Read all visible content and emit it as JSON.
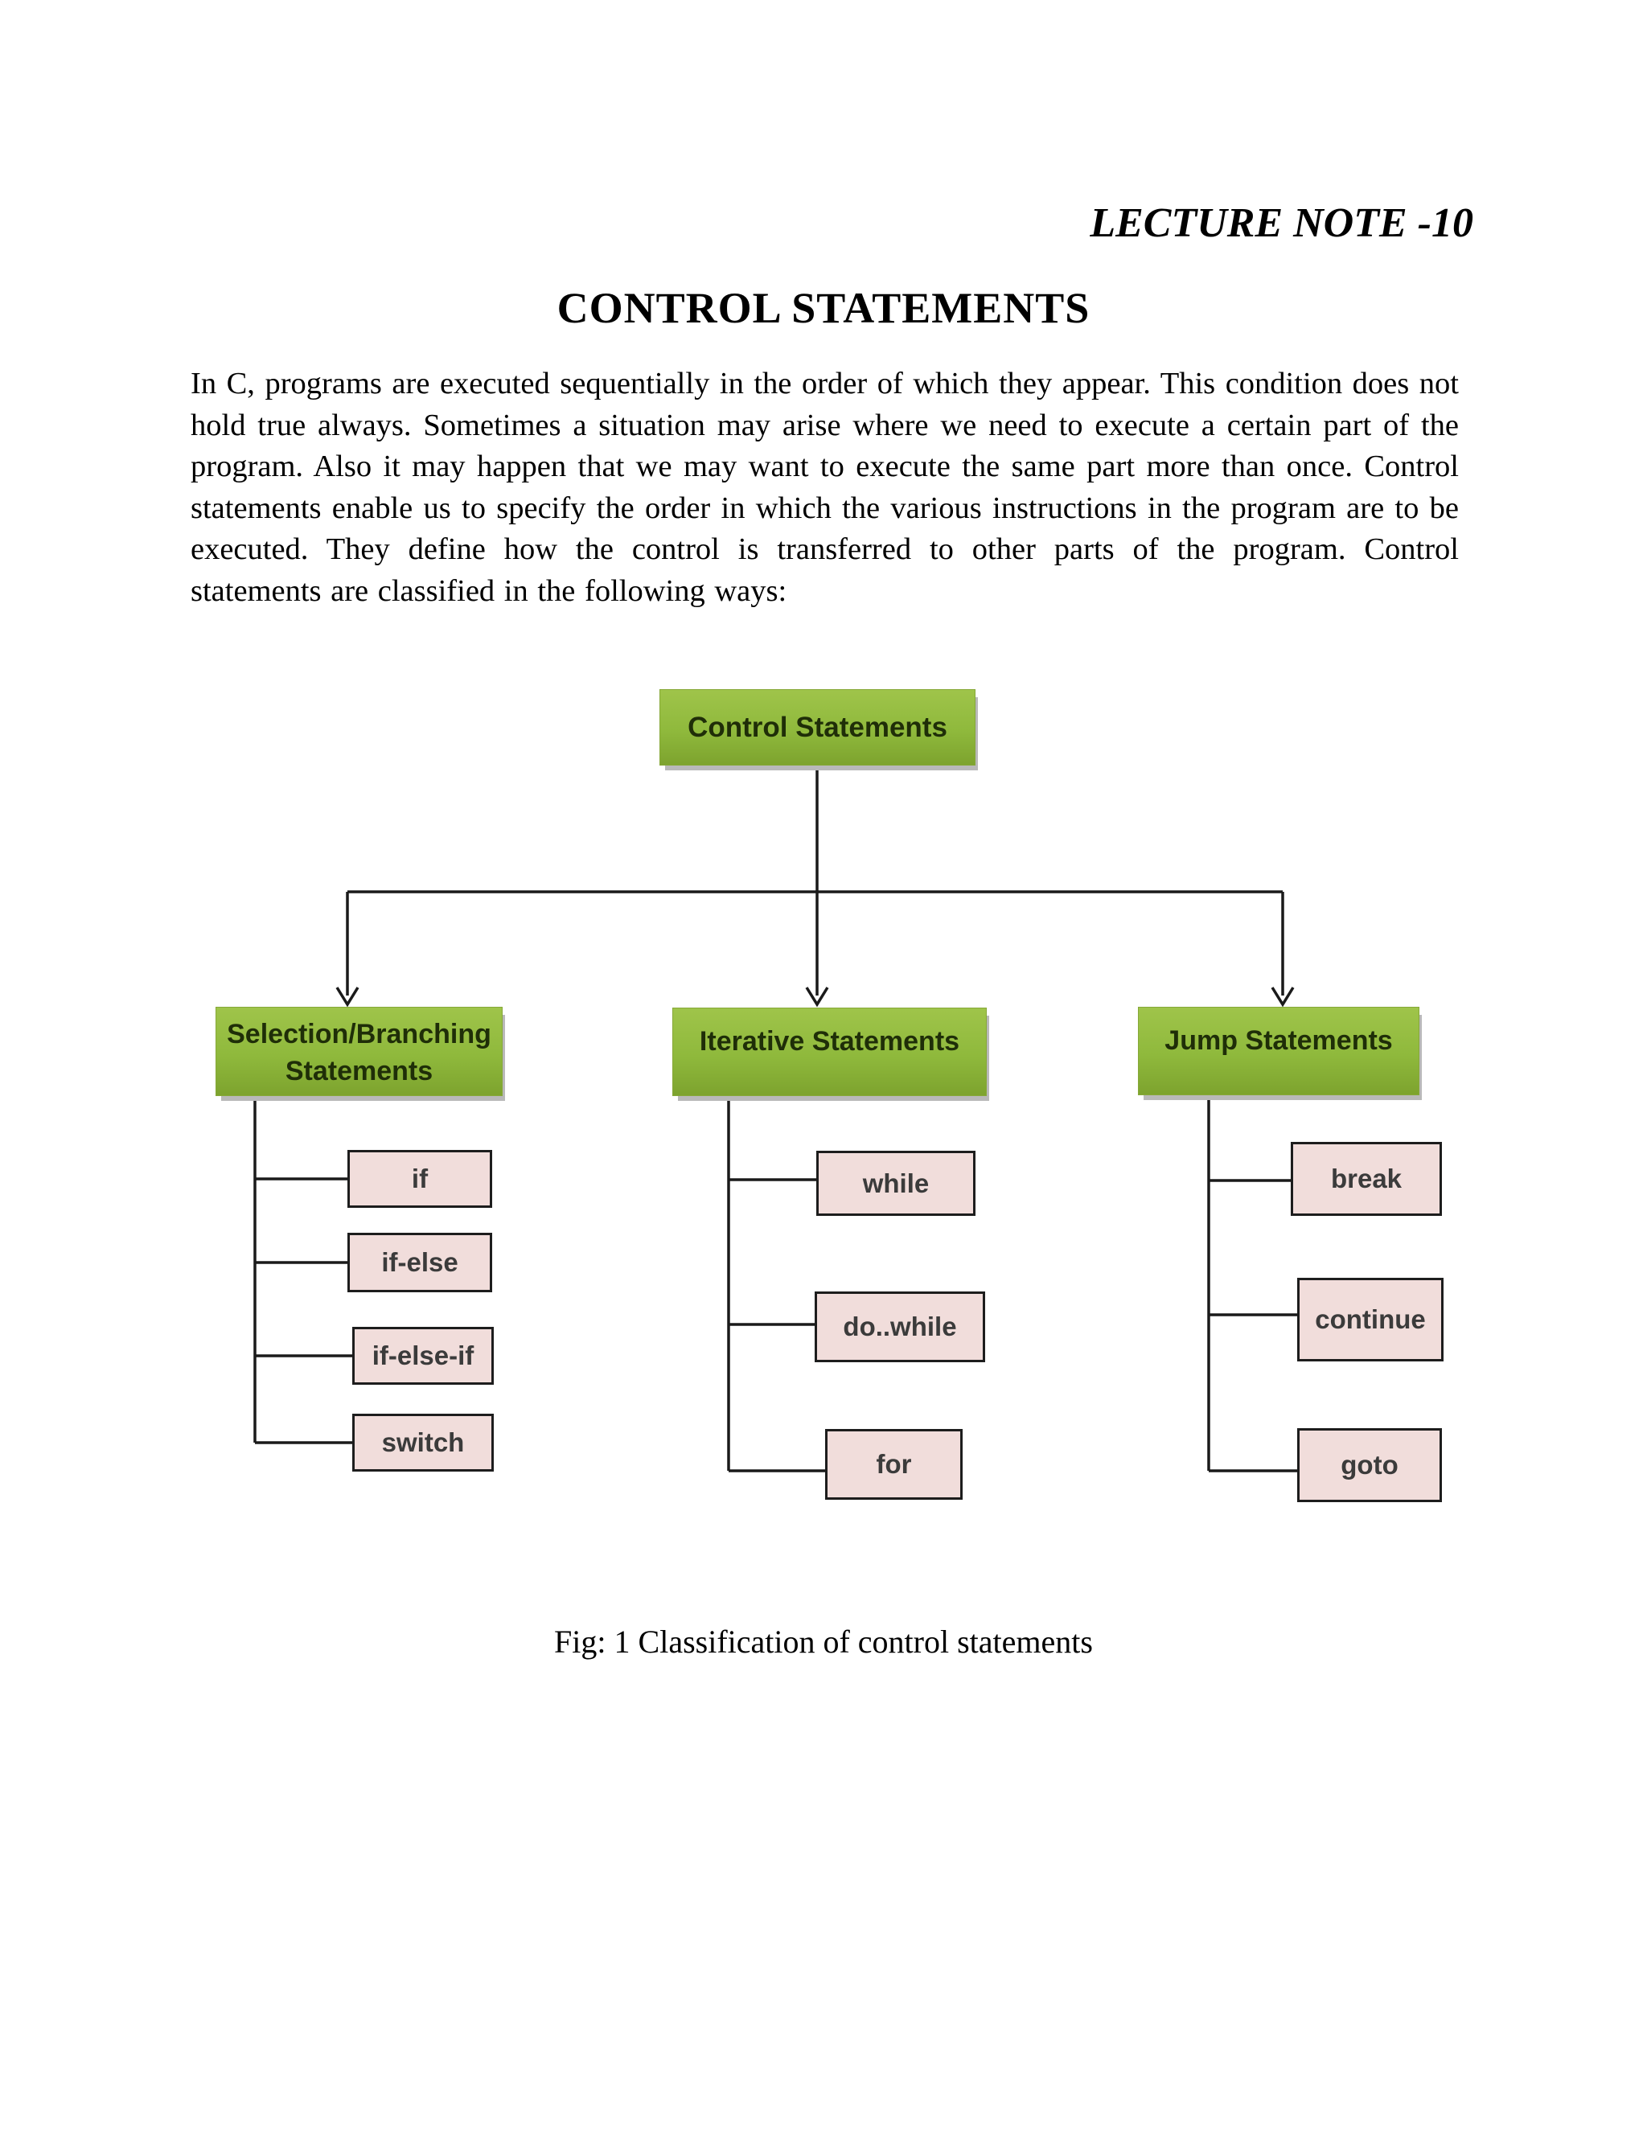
{
  "header": {
    "lecture_note": "LECTURE NOTE -10"
  },
  "heading": "CONTROL STATEMENTS",
  "intro_paragraph": "In C, programs are executed sequentially in the order of which they appear. This condition does not hold true always. Sometimes a situation may arise where we need to execute a certain part of the program. Also it may happen that we may want to execute the same part more than once. Control statements enable us to specify the order in which the various instructions in the program are to be executed. They define how the control is transferred to other parts of the program. Control statements are classified in the following ways:",
  "diagram": {
    "root": {
      "label": "Control Statements"
    },
    "branches": [
      {
        "label": "Selection/Branching Statements",
        "children": [
          "if",
          "if-else",
          "if-else-if",
          "switch"
        ]
      },
      {
        "label": "Iterative Statements",
        "children": [
          "while",
          "do..while",
          "for"
        ]
      },
      {
        "label": "Jump Statements",
        "children": [
          "break",
          "continue",
          "goto"
        ]
      }
    ],
    "colors": {
      "green_top": "#9fc44a",
      "green_bottom": "#7da32e",
      "green_border": "#86a838",
      "green_text": "#1f2e08",
      "pink_fill": "#f1dddb",
      "pink_border": "#1d1d1d",
      "pink_text": "#3b3b3b",
      "line": "#1a1a1a",
      "shadow": "#b9b9b9"
    }
  },
  "caption": "Fig: 1 Classification of control statements"
}
